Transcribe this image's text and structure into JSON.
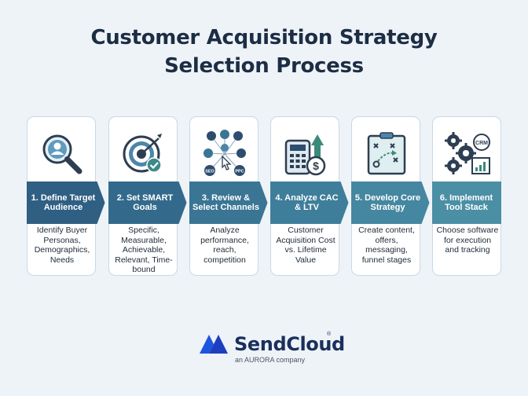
{
  "title": {
    "line1": "Customer Acquisition Strategy",
    "line2": "Selection Process"
  },
  "steps": [
    {
      "label": "1. Define Target Audience",
      "description": "Identify Buyer Personas, Demographics, Needs",
      "icon": "magnifier-person-icon",
      "color": "#2f5f82"
    },
    {
      "label": "2. Set SMART Goals",
      "description": "Specific, Measurable, Achievable, Relevant, Time-bound",
      "icon": "target-check-icon",
      "color": "#336a8c"
    },
    {
      "label": "3. Review & Select Channels",
      "description": "Analyze performance, reach, competition",
      "icon": "channels-network-icon",
      "color": "#3a7594"
    },
    {
      "label": "4. Analyze CAC & LTV",
      "description": "Customer Acquisition Cost vs. Lifetime Value",
      "icon": "calculator-dollar-icon",
      "color": "#3f7e9a"
    },
    {
      "label": "5. Develop Core Strategy",
      "description": "Create content, offers, messaging, funnel stages",
      "icon": "strategy-board-icon",
      "color": "#4587a0"
    },
    {
      "label": "6. Implement Tool Stack",
      "description": "Choose software for execution and tracking",
      "icon": "gears-crm-icon",
      "color": "#4b8fa5"
    }
  ],
  "channel_icons": [
    "SEO",
    "PPC"
  ],
  "crm_label": "CRM",
  "brand": {
    "name": "SendCloud",
    "registered": "®",
    "tagline": "an AURORA company"
  }
}
